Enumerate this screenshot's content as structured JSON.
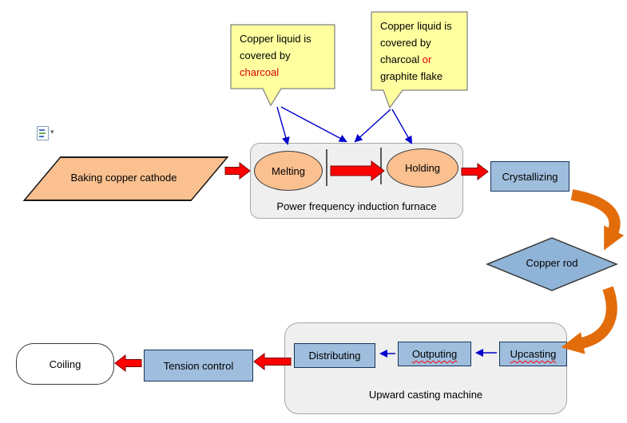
{
  "notes": {
    "note1": {
      "line1": "Copper liquid is",
      "line2": "covered by",
      "line3": "charcoal"
    },
    "note2": {
      "line1": "Copper liquid is",
      "line2": "covered by",
      "line3_black": "charcoal ",
      "line3_red": "or",
      "line4": "graphite flake"
    }
  },
  "flow": {
    "baking": "Baking copper cathode",
    "melting": "Melting",
    "holding": "Holding",
    "furnace_label": "Power frequency induction furnace",
    "crystallizing": "Crystallizing",
    "copper_rod": "Copper rod",
    "distributing": "Distributing",
    "outputing": "Outputing",
    "upcasting": "Upcasting",
    "machine_label": "Upward casting machine",
    "tension_control": "Tension control",
    "coiling": "Coiling"
  },
  "icons": {
    "caret": "▾"
  },
  "colors": {
    "note_yellow": "#FFFFA0",
    "shape_peach": "#FAC090",
    "box_blue": "#9FBEDD",
    "diamond_blue": "#90B4D8",
    "container_gray": "#EFEFEF",
    "arrow_red": "#FF0000",
    "arrow_orange": "#E36C0A",
    "connector_blue": "#0000CC",
    "misspell_red": "#FF0000"
  }
}
